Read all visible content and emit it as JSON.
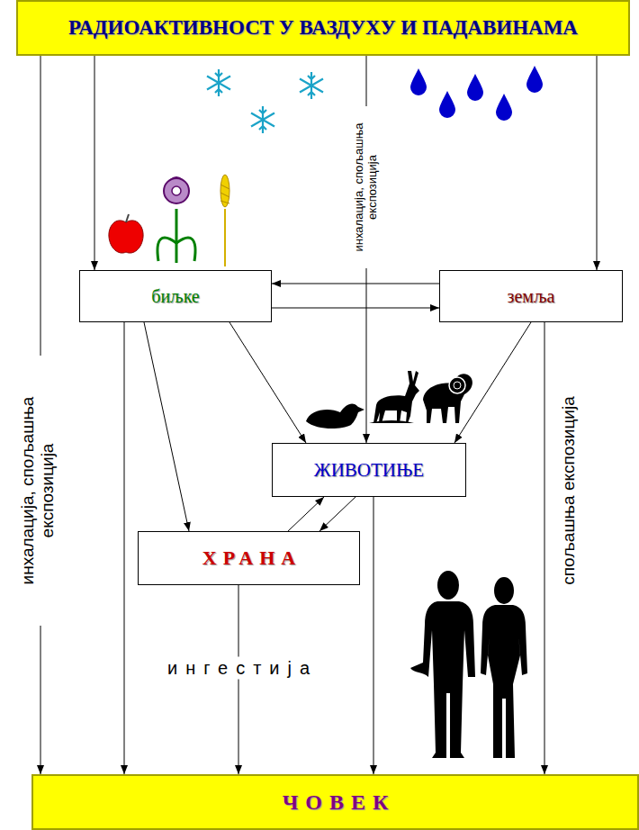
{
  "diagram": {
    "nodes": [
      {
        "text": [
          "РАДИОАКТИВНОСТ У ВАЗДУХУ И ПАДАВИНАМА"
        ]
      },
      {
        "text": [
          "биљке"
        ]
      },
      {
        "text": [
          "земља"
        ]
      },
      {
        "text": [
          "ЖИВОТИЊЕ"
        ]
      },
      {
        "text": [
          "ХРАНА"
        ]
      },
      {
        "text": [
          "ЧОВЕК"
        ]
      }
    ],
    "edges": [
      {
        "from": 0,
        "to": 5,
        "label": "инхалација, спољашња експозиција",
        "arrow": "to"
      },
      {
        "from": 0,
        "to": 1,
        "arrow": "to"
      },
      {
        "from": 0,
        "to": 3,
        "label": "инхалација, спољашња експозиција",
        "arrow": "to"
      },
      {
        "from": 0,
        "to": 2,
        "arrow": "to"
      },
      {
        "from": 2,
        "to": 1,
        "arrow": "to"
      },
      {
        "from": 1,
        "to": 2,
        "arrow": "to"
      },
      {
        "from": 1,
        "to": 5,
        "arrow": "to"
      },
      {
        "from": 1,
        "to": 4,
        "arrow": "to"
      },
      {
        "from": 1,
        "to": 3,
        "arrow": "to"
      },
      {
        "from": 2,
        "to": 3,
        "arrow": "to"
      },
      {
        "from": 2,
        "to": 5,
        "label": "спољашња експозиција",
        "arrow": "to"
      },
      {
        "from": 4,
        "to": 3,
        "arrow": "to"
      },
      {
        "from": 3,
        "to": 4,
        "arrow": "to"
      },
      {
        "from": 4,
        "to": 5,
        "label": "ингестија",
        "arrow": "to"
      },
      {
        "from": 3,
        "to": 5,
        "arrow": "to"
      }
    ]
  }
}
